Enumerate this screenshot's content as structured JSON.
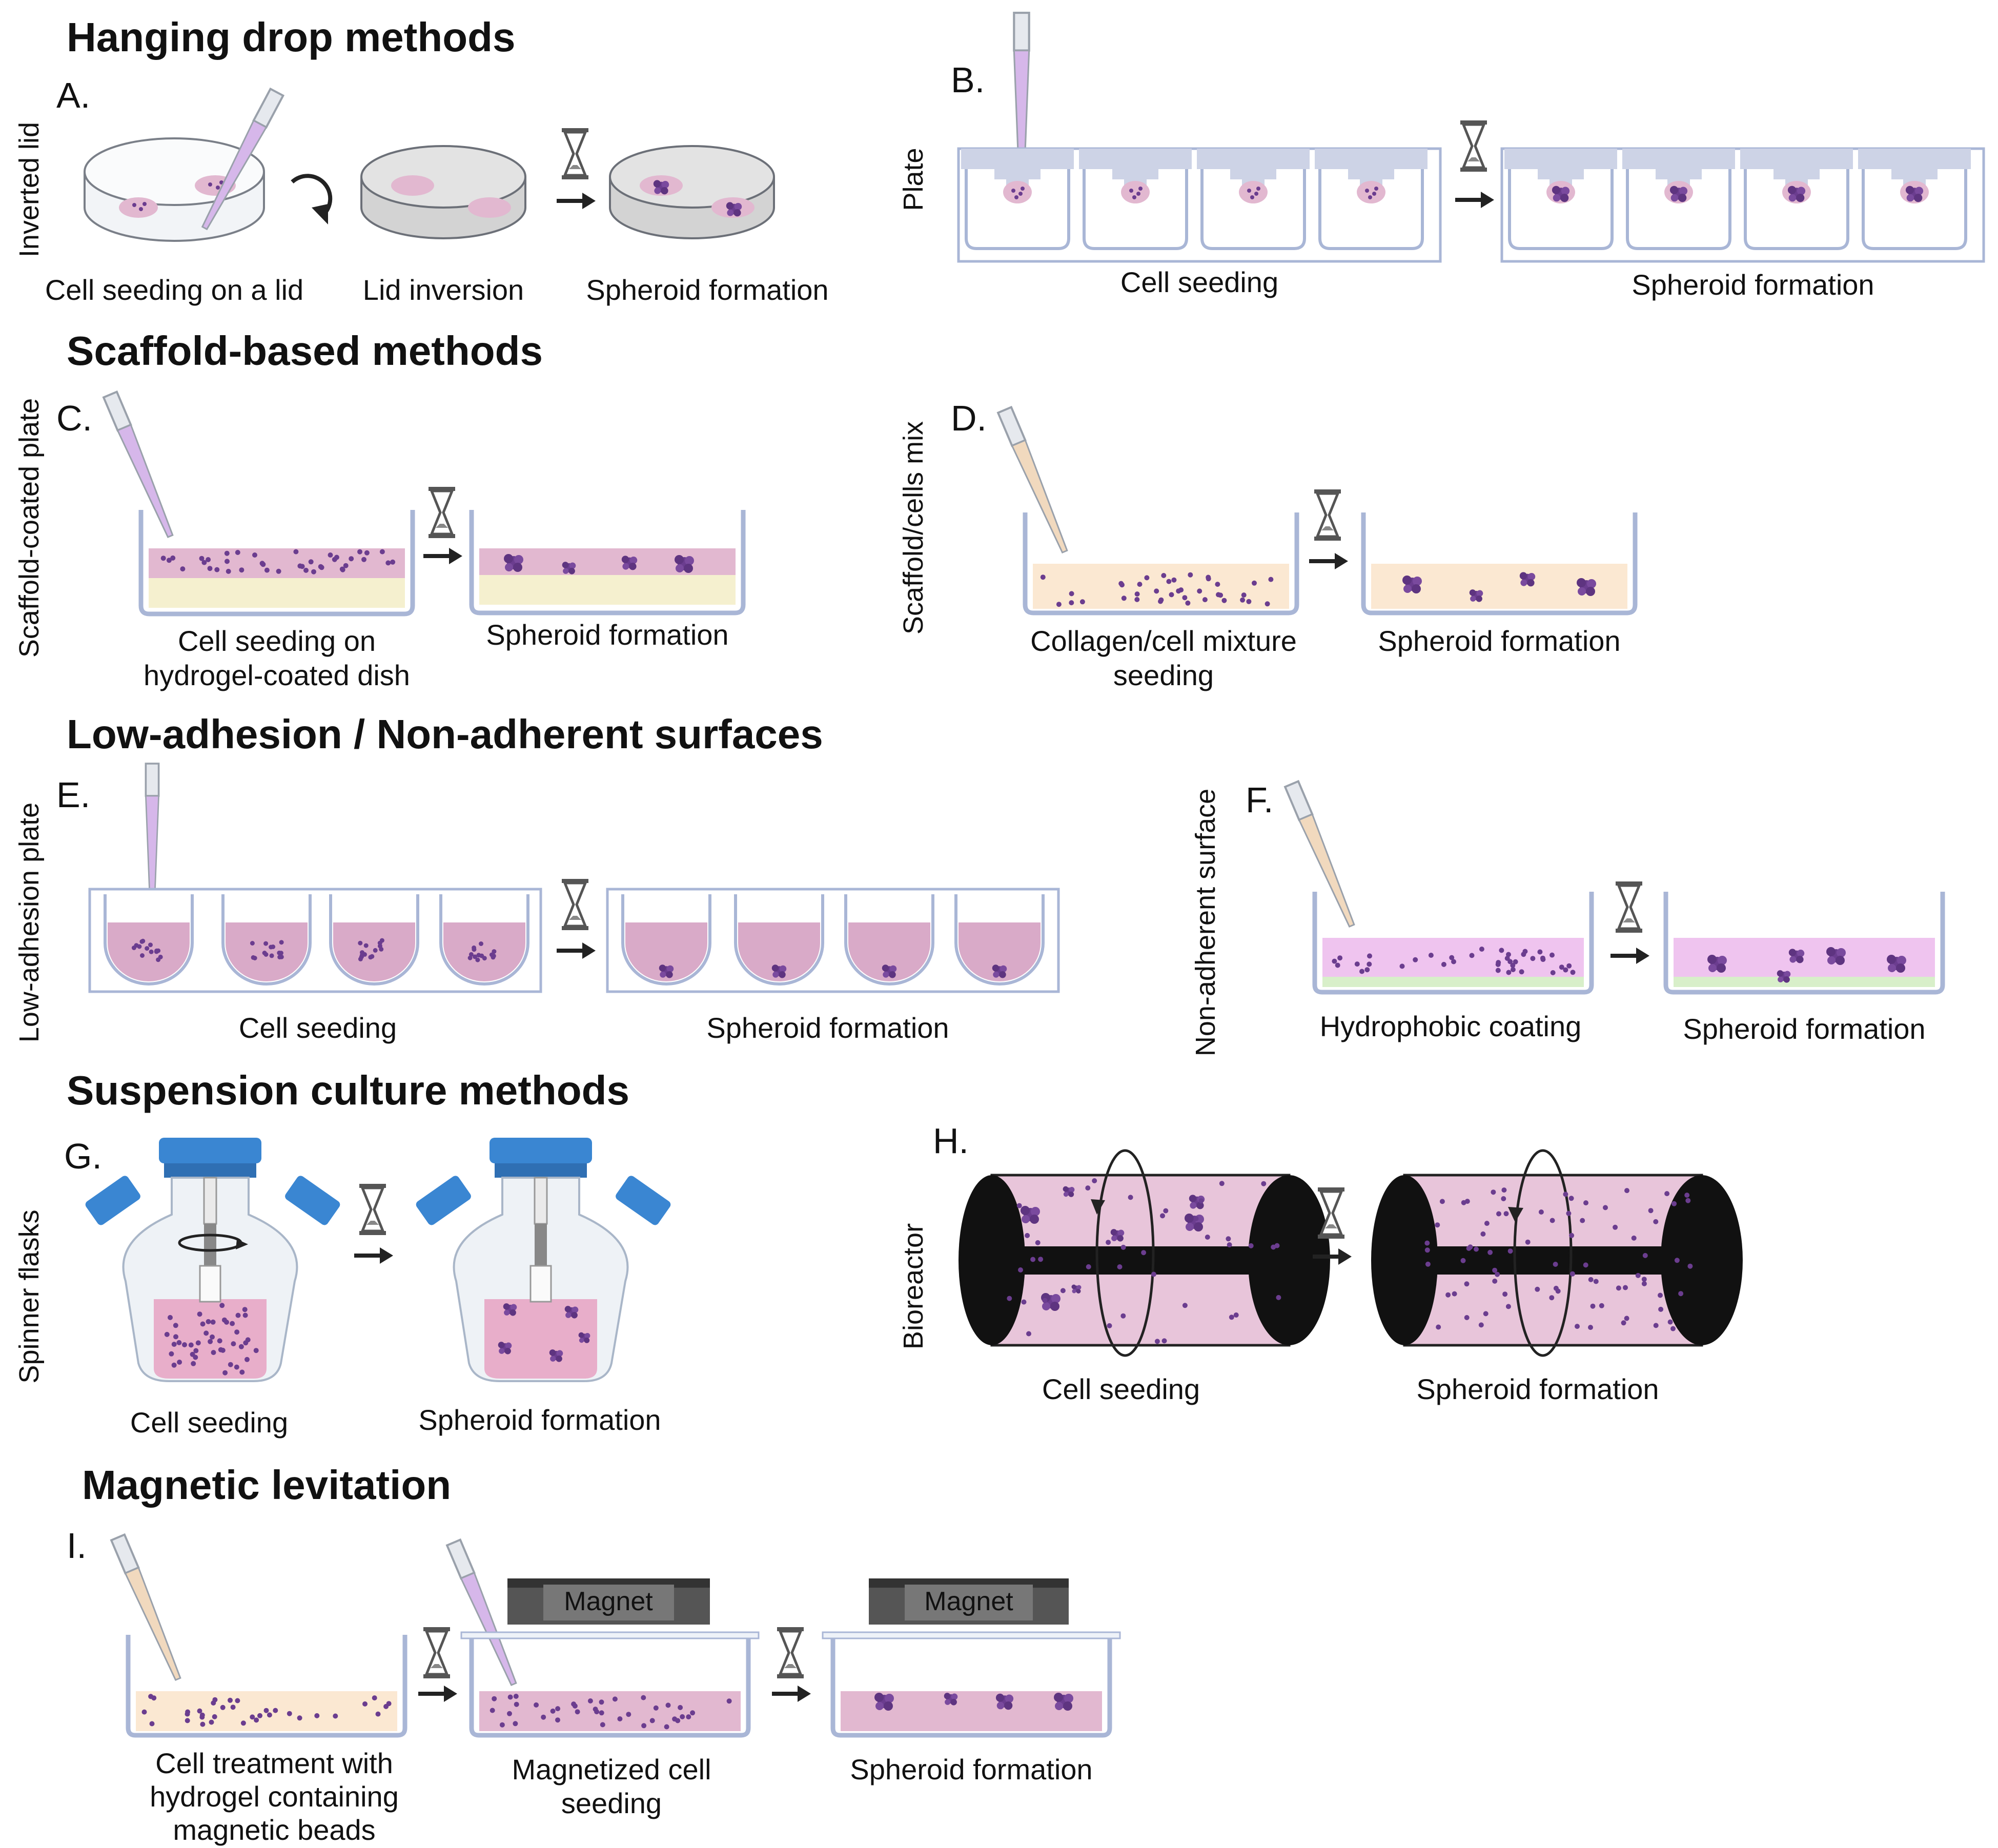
{
  "headings": {
    "hanging": "Hanging drop methods",
    "scaffold": "Scaffold-based methods",
    "lowadh": "Low-adhesion / Non-adherent surfaces",
    "suspension": "Suspension culture methods",
    "magnetic": "Magnetic levitation"
  },
  "panels": {
    "A": {
      "label": "A.",
      "side": "Inverted lid",
      "captions": [
        "Cell seeding on a lid",
        "Lid inversion",
        "Spheroid formation"
      ]
    },
    "B": {
      "label": "B.",
      "side": "Plate",
      "captions": [
        "Cell seeding",
        "Spheroid formation"
      ]
    },
    "C": {
      "label": "C.",
      "side": "Scaffold-coated plate",
      "captions": [
        "Cell seeding on",
        "hydrogel-coated dish",
        "Spheroid formation"
      ]
    },
    "D": {
      "label": "D.",
      "side": "Scaffold/cells mix",
      "captions": [
        "Collagen/cell mixture",
        "seeding",
        "Spheroid formation"
      ]
    },
    "E": {
      "label": "E.",
      "side": "Low-adhesion plate",
      "captions": [
        "Cell seeding",
        "Spheroid formation"
      ]
    },
    "F": {
      "label": "F.",
      "side": "Non-adherent surface",
      "captions": [
        "Hydrophobic coating",
        "Spheroid formation"
      ]
    },
    "G": {
      "label": "G.",
      "side": "Spinner flasks",
      "captions": [
        "Cell seeding",
        "Spheroid formation"
      ]
    },
    "H": {
      "label": "H.",
      "side": "Bioreactor",
      "captions": [
        "Cell seeding",
        "Spheroid formation"
      ]
    },
    "I": {
      "label": "I.",
      "captions": [
        "Cell treatment with",
        "hydrogel containing",
        "magnetic beads",
        "Magnetized cell",
        "seeding",
        "Spheroid formation"
      ],
      "magnet": "Magnet"
    }
  },
  "colors": {
    "cells": "#6b3d8f",
    "medium_pink": "#e2b8d0",
    "dish_outline": "#a9b6d6",
    "hydrogel": "#f5f0cf",
    "collagen": "#fbe8d2",
    "nonadherent": "#efc4ef",
    "coating": "#d8efc9",
    "bioreactor": "#e8c5da",
    "cap_blue": "#3a86d2"
  },
  "icons": [
    "pipette-icon",
    "hourglass-icon",
    "arrow-icon",
    "rotate-arrow-icon",
    "petri-dish-icon",
    "magnet-icon",
    "spinner-flask-icon",
    "bioreactor-icon"
  ]
}
